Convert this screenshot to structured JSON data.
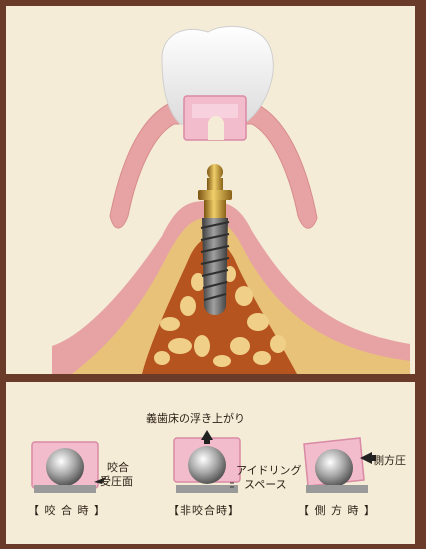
{
  "annotations": {
    "denture_lift": "義歯床の浮き上がり",
    "occlusal_surface_line1": "咬合",
    "occlusal_surface_line2": "受圧面",
    "spacer_line1": "アイドリング",
    "spacer_line2": "スペース",
    "lateral_pressure": "側方圧"
  },
  "captions": {
    "occlusion": "【 咬 合 時 】",
    "non_occlusion": "【非咬合時】",
    "lateral": "【 側 方 時 】"
  },
  "colors": {
    "background": "#f4ecd6",
    "frame": "#6b3b2a",
    "gum": "#e7a3a3",
    "bone": "#e9c27a",
    "bone_cell": "#b5541e",
    "cap_pink": "#f3bccd",
    "metal": "#8a8a8a",
    "gold": "#c9962b"
  }
}
